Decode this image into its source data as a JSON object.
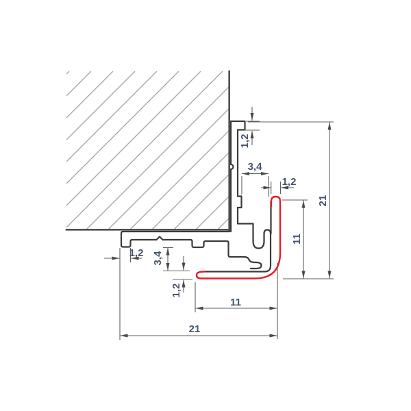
{
  "drawing": {
    "description": "Technical cross-section of an aluminium corner trim profile mounted on a wall corner, with the visible rounded corner flange highlighted in red",
    "wall": {
      "hatch_style": "diagonal",
      "hatched": true
    },
    "highlighted_part": "rounded-corner-cover-flange"
  },
  "dimensions": {
    "top_tab_thickness": {
      "label": "1,2",
      "value": 1.2
    },
    "top_slot_width": {
      "label": "3,4",
      "value": 3.4
    },
    "flange_thickness_top": {
      "label": "1,2",
      "value": 1.2
    },
    "overall_height": {
      "label": "21",
      "value": 21
    },
    "flange_height": {
      "label": "11",
      "value": 11
    },
    "flange_width": {
      "label": "11",
      "value": 11
    },
    "overall_width": {
      "label": "21",
      "value": 21
    },
    "base_tab_thickness": {
      "label": "1,2",
      "value": 1.2
    },
    "bottom_slot_gap": {
      "label": "3,4",
      "value": 3.4
    },
    "flange_thickness_bottom": {
      "label": "1,2",
      "value": 1.2
    }
  },
  "colors": {
    "background": "#ffffff",
    "profile_outline": "#3a3a3a",
    "highlight_red": "#e81c24",
    "wall_edge": "#4d4d4d",
    "hatch": "#a9a9a9",
    "dimension_lines": "#5f5f5f",
    "dimension_text": "#44546a"
  }
}
